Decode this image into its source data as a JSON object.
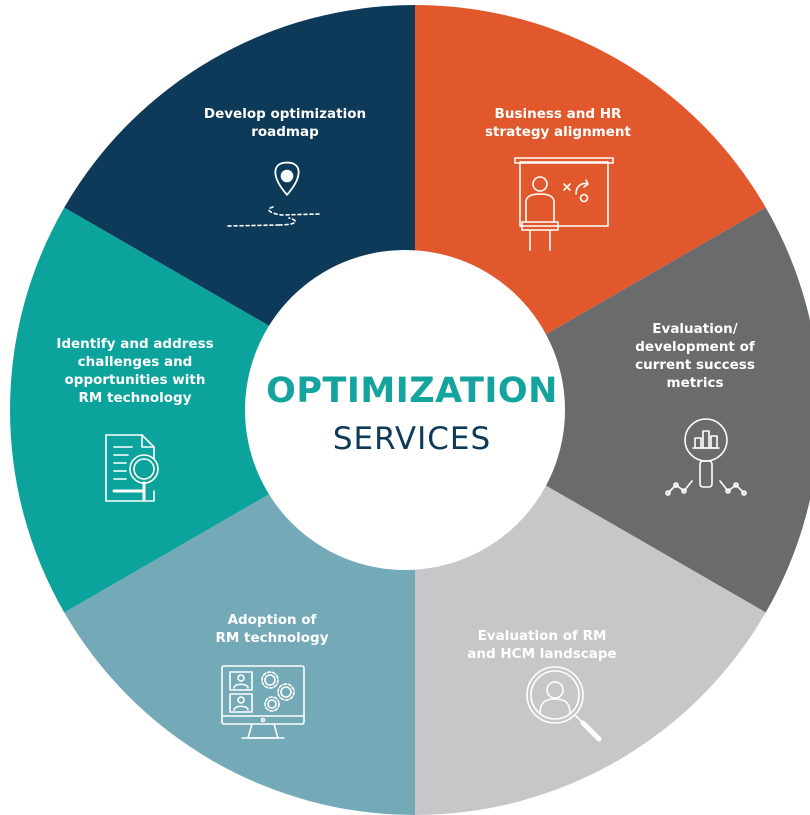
{
  "diagram": {
    "center": {
      "title": "OPTIMIZATION",
      "subtitle": "SERVICES"
    },
    "segments": [
      {
        "id": "business-hr",
        "lines": [
          "Business and HR",
          "strategy alignment"
        ],
        "icon": "presentation-board-icon"
      },
      {
        "id": "success-metrics",
        "lines": [
          "Evaluation/",
          "development of",
          "current success",
          "metrics"
        ],
        "icon": "analytics-magnifier-icon"
      },
      {
        "id": "rm-hcm",
        "lines": [
          "Evaluation of RM",
          "and HCM landscape"
        ],
        "icon": "person-search-icon"
      },
      {
        "id": "adoption",
        "lines": [
          "Adoption of",
          "RM technology"
        ],
        "icon": "monitor-gears-icon"
      },
      {
        "id": "challenges",
        "lines": [
          "Identify and address",
          "challenges and",
          "opportunities with",
          "RM technology"
        ],
        "icon": "document-search-icon"
      },
      {
        "id": "roadmap",
        "lines": [
          "Develop optimization",
          "roadmap"
        ],
        "icon": "location-pin-icon"
      }
    ],
    "colors": {
      "business-hr": "#e0582b",
      "success-metrics": "#6a6b6d",
      "rm-hcm": "#c7c7c9",
      "adoption": "#74aab8",
      "challenges": "#0ca39d",
      "roadmap": "#0d3a58",
      "center_title": "#14a39d",
      "center_subtitle": "#0d3a58",
      "center_fill": "#ffffff"
    }
  }
}
